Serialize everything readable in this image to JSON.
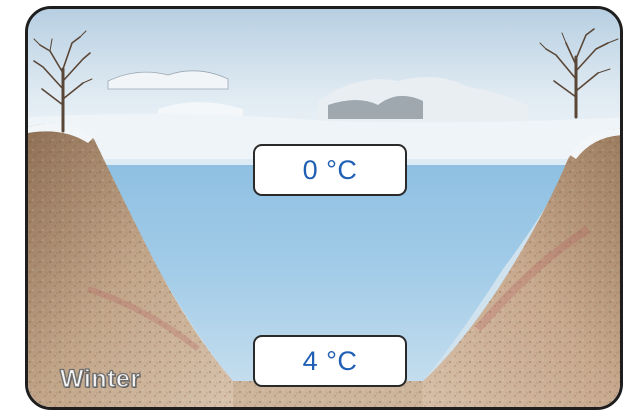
{
  "labels": {
    "surface_temperature": "0 °C",
    "bottom_temperature": "4 °C",
    "season": "Winter"
  },
  "colors": {
    "water": "#9cc8e6",
    "ice": "#e9f3f8",
    "sky": "#c8dceb",
    "soil": "#b99b7c",
    "temperature_text": "#1f5fb4"
  },
  "icons": [
    "bare-tree-icon",
    "snowy-hills-icon",
    "bird-icon"
  ]
}
